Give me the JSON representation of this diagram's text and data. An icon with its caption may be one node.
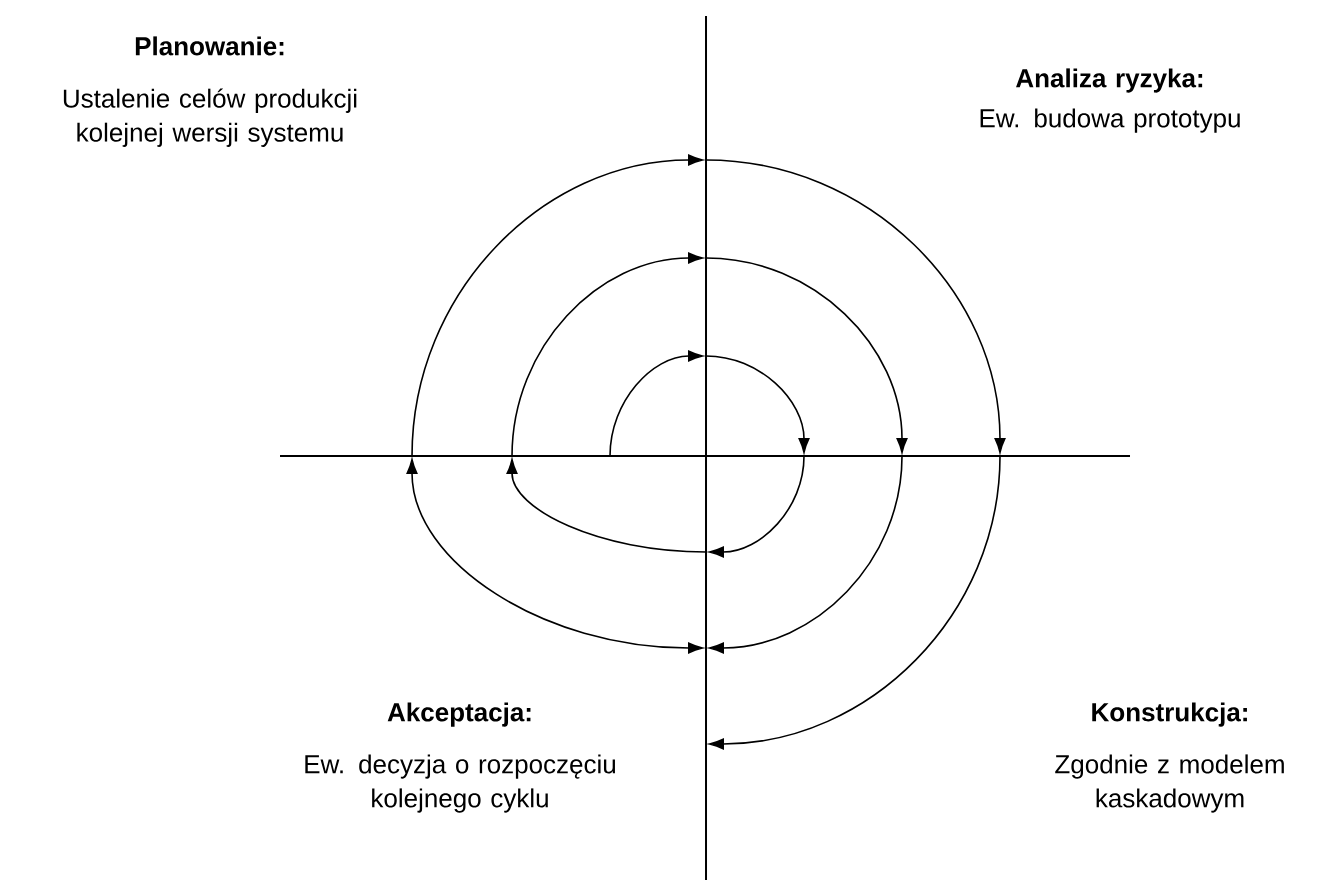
{
  "diagram": {
    "labels": [
      "Planowanie:",
      "Ustalenie celów produkcji kolejnej wersji systemu",
      "Analiza ryzyka:",
      "Ew. budowa prototypu",
      "Akceptacja:",
      "Ew. decyzja o rozpoczęciu kolejnego cyklu",
      "Konstrukcja:",
      "Zgodnie z modelem kaskadowym"
    ]
  }
}
